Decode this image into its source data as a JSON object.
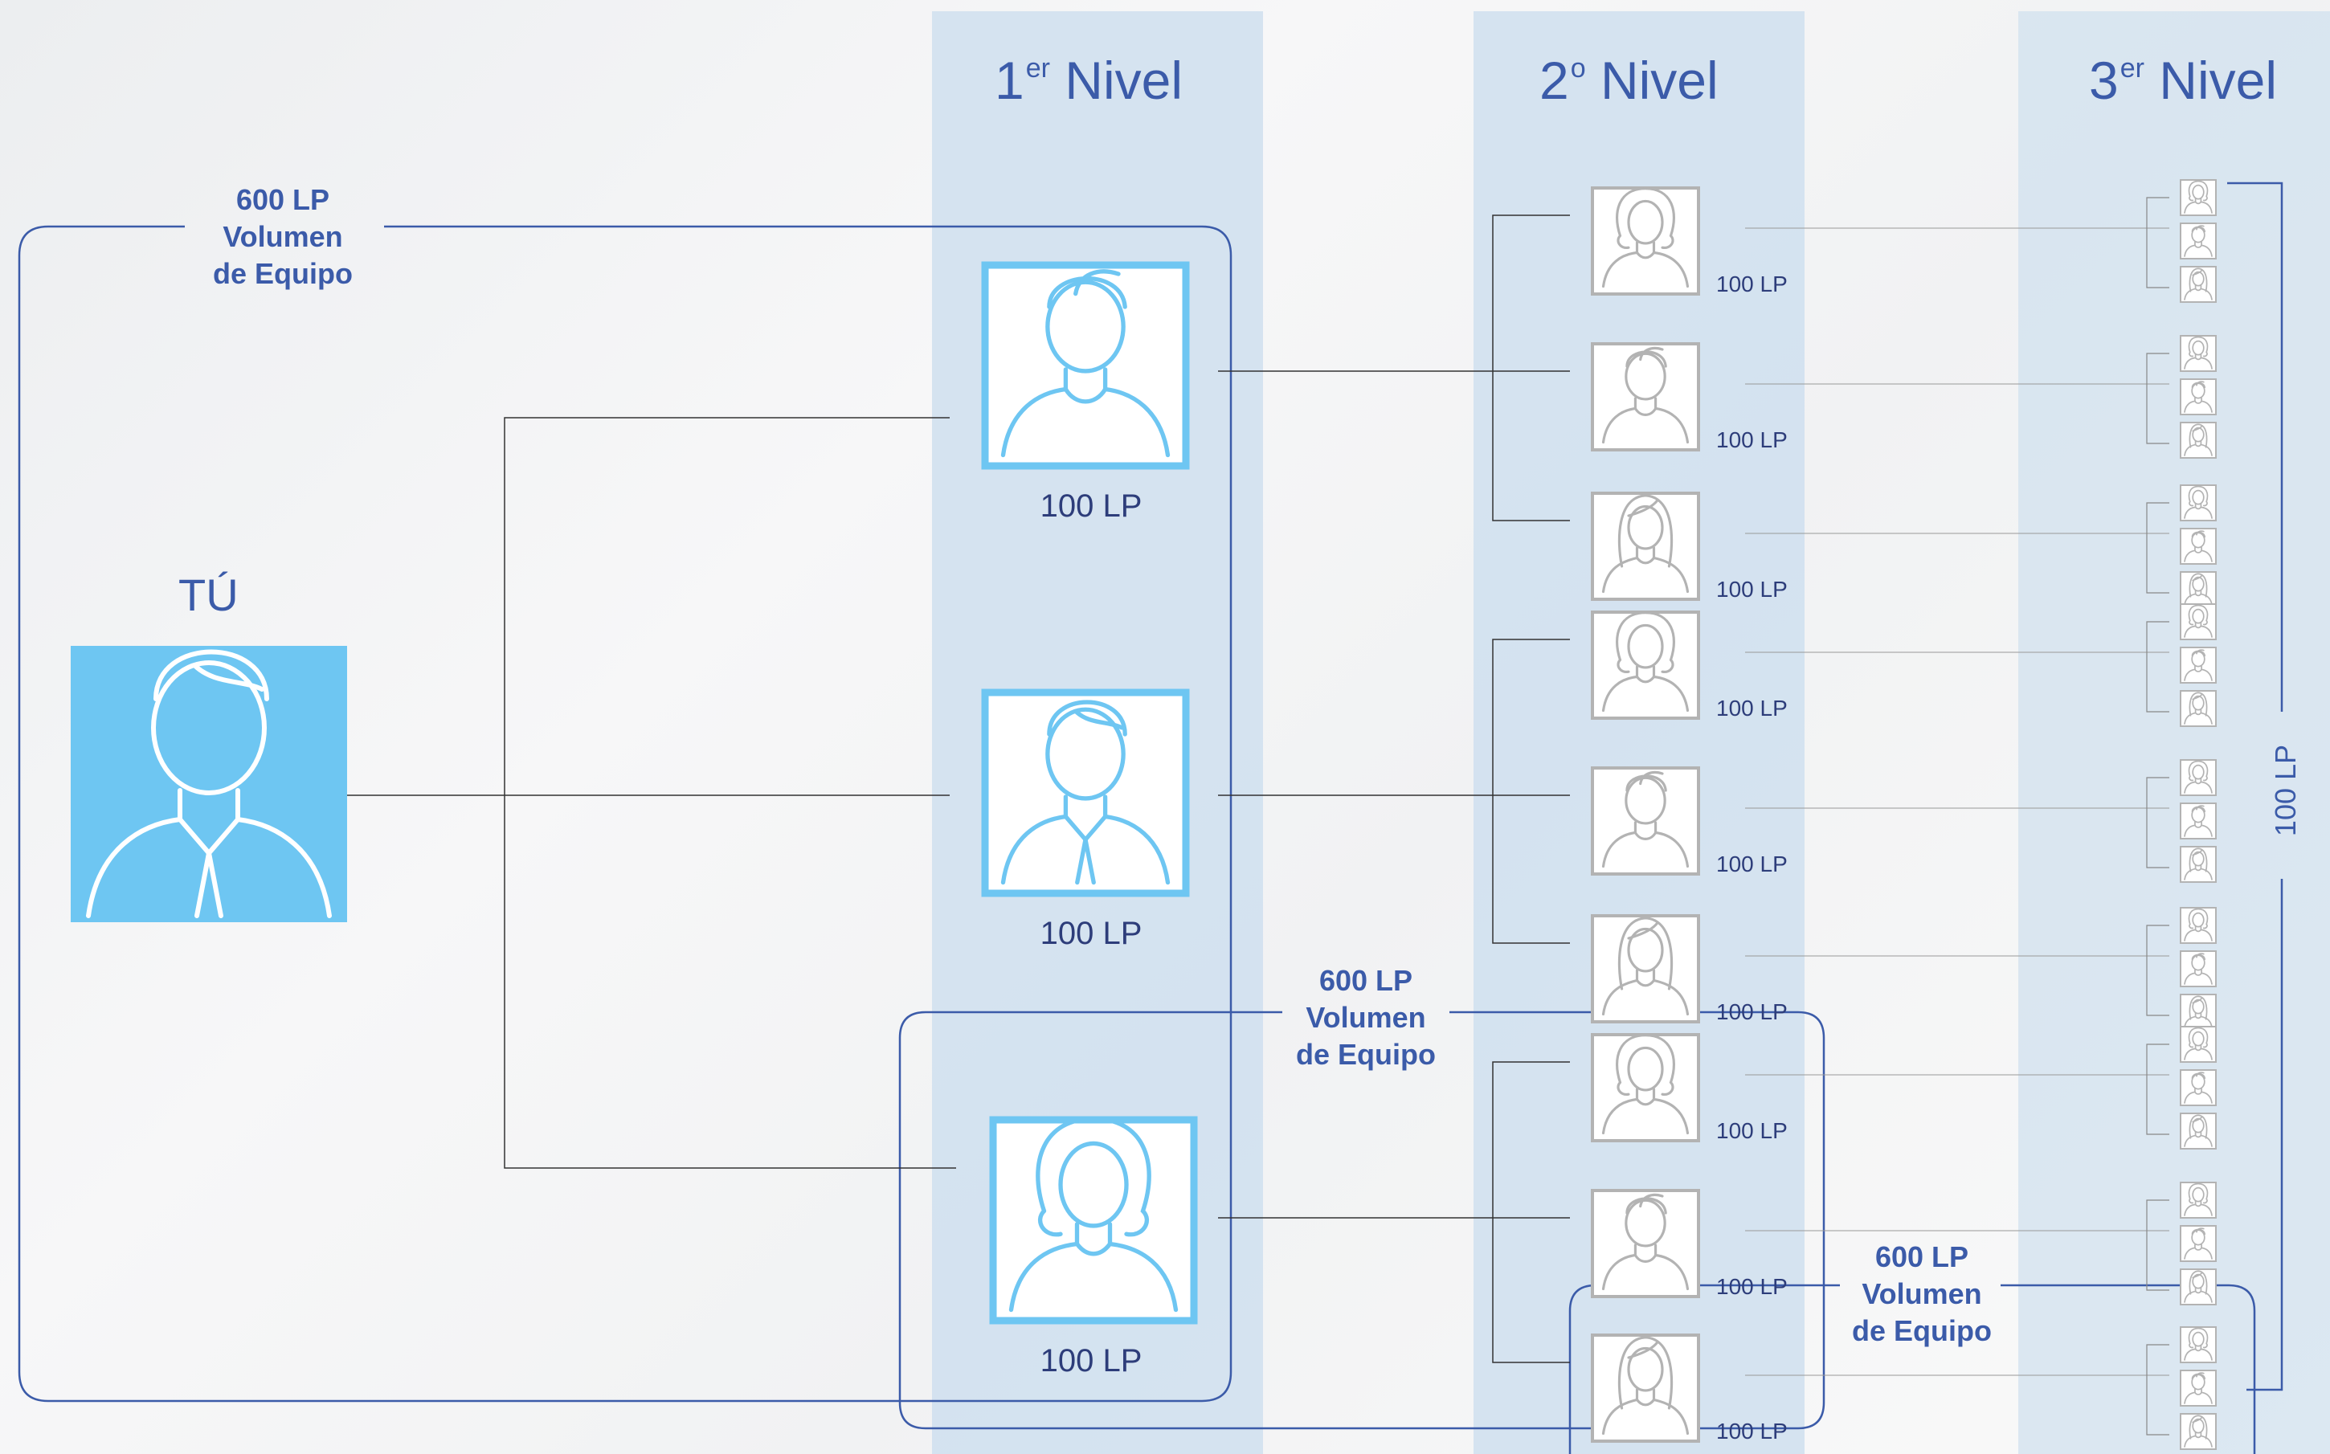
{
  "levels": {
    "level1": {
      "number": "1",
      "suffix": "er",
      "label": "Nivel"
    },
    "level2": {
      "number": "2",
      "suffix": "o",
      "label": "Nivel"
    },
    "level3": {
      "number": "3",
      "suffix": "er",
      "label": "Nivel"
    }
  },
  "you_label": "TÚ",
  "points_label": "100 LP",
  "team_volume": {
    "points": "600 LP",
    "line1": "Volumen",
    "line2": "de Equipo"
  },
  "members": {
    "level1": [
      "man",
      "man-tie",
      "woman"
    ],
    "level2": [
      "woman",
      "man",
      "woman-long",
      "woman",
      "man",
      "woman-long",
      "woman",
      "man",
      "woman-long"
    ],
    "level3_icon_cycle": [
      "woman",
      "man",
      "woman-long"
    ]
  },
  "colors": {
    "accent_blue": "#6ec6f2",
    "title_blue": "#3b5ba9",
    "dark_text": "#2d3d7a",
    "column_band": "#cfdfee",
    "gray_icon": "#b3b3b3"
  }
}
